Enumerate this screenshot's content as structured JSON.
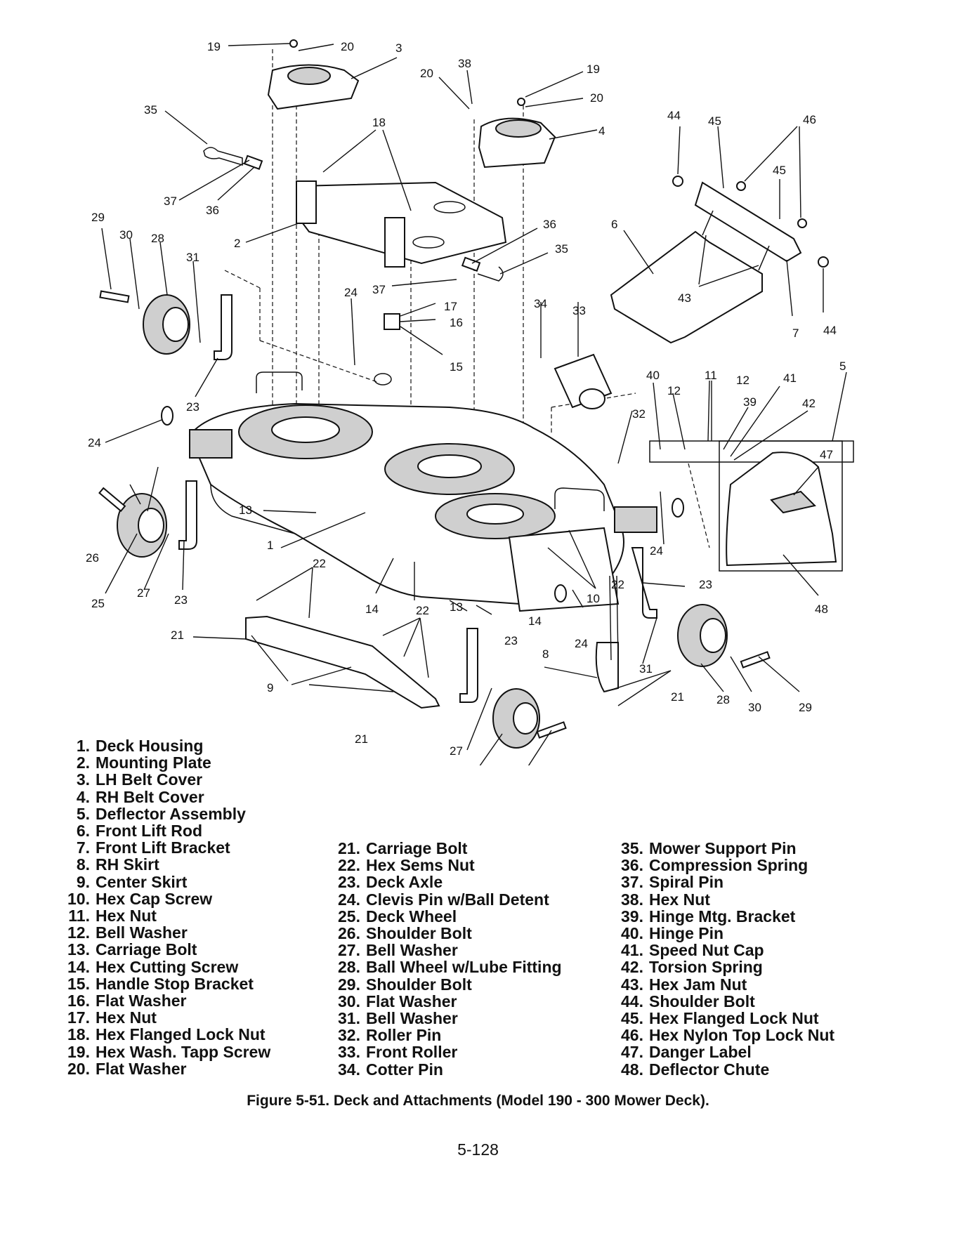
{
  "figure": {
    "caption": "Figure 5-51. Deck and Attachments (Model 190 - 300 Mower Deck).",
    "page_number": "5-128"
  },
  "callouts": [
    "1",
    "2",
    "3",
    "4",
    "5",
    "6",
    "7",
    "8",
    "9",
    "10",
    "11",
    "12",
    "13",
    "14",
    "15",
    "16",
    "17",
    "18",
    "19",
    "20",
    "21",
    "22",
    "23",
    "24",
    "25",
    "26",
    "27",
    "28",
    "29",
    "30",
    "31",
    "32",
    "33",
    "34",
    "35",
    "36",
    "37",
    "38",
    "39",
    "40",
    "41",
    "42",
    "43",
    "44",
    "45",
    "46",
    "47",
    "48"
  ],
  "parts_list": {
    "column1": [
      {
        "num": "1.",
        "name": "Deck Housing"
      },
      {
        "num": "2.",
        "name": "Mounting Plate"
      },
      {
        "num": "3.",
        "name": "LH Belt Cover"
      },
      {
        "num": "4.",
        "name": "RH Belt Cover"
      },
      {
        "num": "5.",
        "name": "Deflector Assembly"
      },
      {
        "num": "6.",
        "name": "Front Lift Rod"
      },
      {
        "num": "7.",
        "name": "Front Lift Bracket"
      },
      {
        "num": "8.",
        "name": "RH Skirt"
      },
      {
        "num": "9.",
        "name": "Center Skirt"
      },
      {
        "num": "10.",
        "name": "Hex Cap Screw"
      },
      {
        "num": "11.",
        "name": "Hex Nut"
      },
      {
        "num": "12.",
        "name": "Bell Washer"
      },
      {
        "num": "13.",
        "name": "Carriage Bolt"
      },
      {
        "num": "14.",
        "name": "Hex Cutting Screw"
      },
      {
        "num": "15.",
        "name": "Handle Stop Bracket"
      },
      {
        "num": "16.",
        "name": "Flat Washer"
      },
      {
        "num": "17.",
        "name": "Hex Nut"
      },
      {
        "num": "18.",
        "name": "Hex Flanged Lock Nut"
      },
      {
        "num": "19.",
        "name": "Hex Wash. Tapp Screw"
      },
      {
        "num": "20.",
        "name": "Flat Washer"
      }
    ],
    "column2": [
      {
        "num": "21.",
        "name": "Carriage Bolt"
      },
      {
        "num": "22.",
        "name": "Hex Sems Nut"
      },
      {
        "num": "23.",
        "name": "Deck Axle"
      },
      {
        "num": "24.",
        "name": "Clevis Pin w/Ball Detent"
      },
      {
        "num": "25.",
        "name": "Deck Wheel"
      },
      {
        "num": "26.",
        "name": "Shoulder Bolt"
      },
      {
        "num": "27.",
        "name": "Bell Washer"
      },
      {
        "num": "28.",
        "name": "Ball Wheel w/Lube Fitting"
      },
      {
        "num": "29.",
        "name": "Shoulder Bolt"
      },
      {
        "num": "30.",
        "name": "Flat Washer"
      },
      {
        "num": "31.",
        "name": "Bell Washer"
      },
      {
        "num": "32.",
        "name": "Roller Pin"
      },
      {
        "num": "33.",
        "name": "Front Roller"
      },
      {
        "num": "34.",
        "name": "Cotter Pin"
      }
    ],
    "column3": [
      {
        "num": "35.",
        "name": "Mower Support Pin"
      },
      {
        "num": "36.",
        "name": "Compression Spring"
      },
      {
        "num": "37.",
        "name": "Spiral Pin"
      },
      {
        "num": "38.",
        "name": "Hex Nut"
      },
      {
        "num": "39.",
        "name": "Hinge Mtg. Bracket"
      },
      {
        "num": "40.",
        "name": "Hinge Pin"
      },
      {
        "num": "41.",
        "name": "Speed Nut Cap"
      },
      {
        "num": "42.",
        "name": "Torsion Spring"
      },
      {
        "num": "43.",
        "name": "Hex Jam Nut"
      },
      {
        "num": "44.",
        "name": "Shoulder Bolt"
      },
      {
        "num": "45.",
        "name": "Hex Flanged Lock Nut"
      },
      {
        "num": "46.",
        "name": "Hex Nylon Top Lock Nut"
      },
      {
        "num": "47.",
        "name": "Danger Label"
      },
      {
        "num": "48.",
        "name": "Deflector Chute"
      }
    ]
  }
}
